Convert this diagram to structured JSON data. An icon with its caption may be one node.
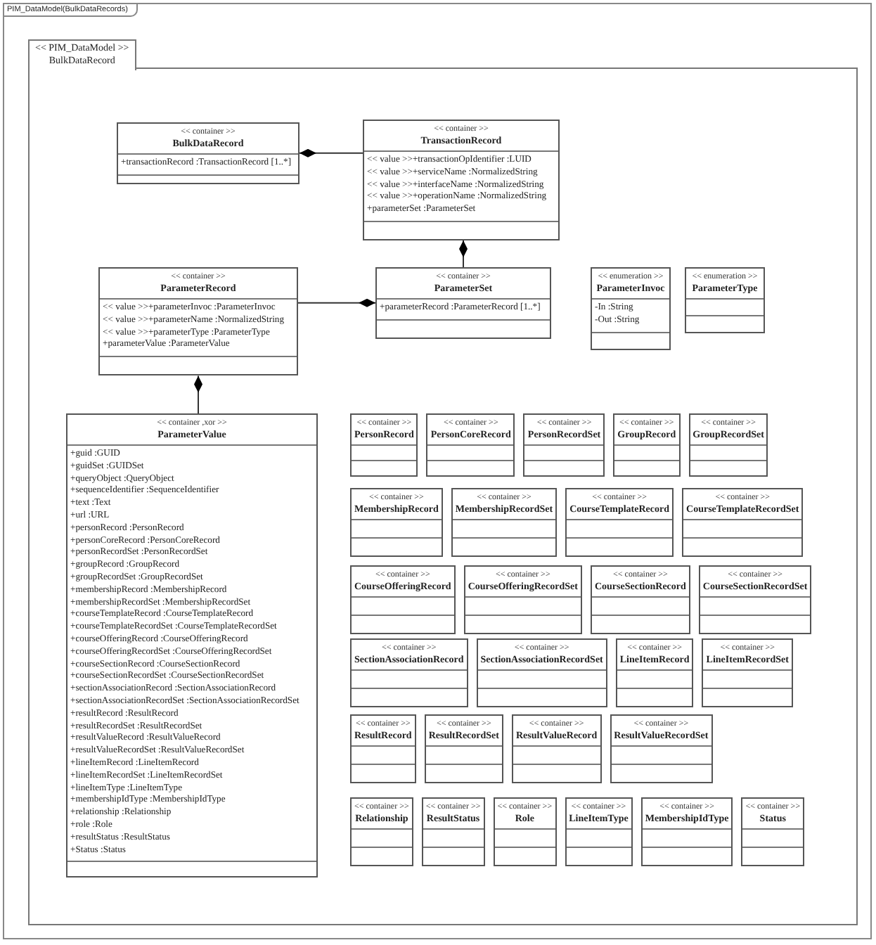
{
  "diagram": {
    "nodes": [
      {
        "text": [
          "PIM_DataModel(BulkDataRecords)"
        ]
      },
      {
        "text": [
          "<< PIM_DataModel >>",
          "BulkDataRecord"
        ],
        "in": 0
      },
      {
        "text": [
          "<< container >>",
          "BulkDataRecord",
          "+transactionRecord :TransactionRecord [1..*]"
        ],
        "in": 1
      },
      {
        "text": [
          "<< container >>",
          "TransactionRecord",
          "<< value >>+transactionOpIdentifier :LUID",
          "<< value >>+serviceName :NormalizedString",
          "<< value >>+interfaceName :NormalizedString",
          "<< value >>+operationName :NormalizedString",
          "+parameterSet :ParameterSet"
        ],
        "in": 1
      },
      {
        "text": [
          "<< container >>",
          "ParameterRecord",
          "<< value >>+parameterInvoc :ParameterInvoc",
          "<< value >>+parameterName :NormalizedString",
          "<< value >>+parameterType :ParameterType",
          "+parameterValue :ParameterValue"
        ],
        "in": 1
      },
      {
        "text": [
          "<< container >>",
          "ParameterSet",
          "+parameterRecord :ParameterRecord [1..*]"
        ],
        "in": 1
      },
      {
        "text": [
          "<< enumeration >>",
          "ParameterInvoc",
          "-In :String",
          "-Out :String"
        ],
        "in": 1
      },
      {
        "text": [
          "<< enumeration >>",
          "ParameterType"
        ],
        "in": 1
      },
      {
        "text": [
          "<< container ,xor >>",
          "ParameterValue",
          "+guid :GUID",
          "+guidSet :GUIDSet",
          "+queryObject :QueryObject",
          "+sequenceIdentifier :SequenceIdentifier",
          "+text :Text",
          "+url :URL",
          "+personRecord :PersonRecord",
          "+personCoreRecord :PersonCoreRecord",
          "+personRecordSet :PersonRecordSet",
          "+groupRecord :GroupRecord",
          "+groupRecordSet :GroupRecordSet",
          "+membershipRecord :MembershipRecord",
          "+membershipRecordSet :MembershipRecordSet",
          "+courseTemplateRecord :CourseTemplateRecord",
          "+courseTemplateRecordSet :CourseTemplateRecordSet",
          "+courseOfferingRecord :CourseOfferingRecord",
          "+courseOfferingRecordSet :CourseOfferingRecordSet",
          "+courseSectionRecord :CourseSectionRecord",
          "+courseSectionRecordSet :CourseSectionRecordSet",
          "+sectionAssociationRecord :SectionAssociationRecord",
          "+sectionAssociationRecordSet :SectionAssociationRecordSet",
          "+resultRecord :ResultRecord",
          "+resultRecordSet :ResultRecordSet",
          "+resultValueRecord :ResultValueRecord",
          "+resultValueRecordSet :ResultValueRecordSet",
          "+lineItemRecord :LineItemRecord",
          "+lineItemRecordSet :LineItemRecordSet",
          "+lineItemType :LineItemType",
          "+membershipIdType :MembershipIdType",
          "+relationship :Relationship",
          "+role :Role",
          "+resultStatus :ResultStatus",
          "+Status :Status"
        ],
        "in": 1
      },
      {
        "text": [
          "<< container >>",
          "PersonRecord"
        ],
        "in": 1
      },
      {
        "text": [
          "<< container >>",
          "PersonCoreRecord"
        ],
        "in": 1
      },
      {
        "text": [
          "<< container >>",
          "PersonRecordSet"
        ],
        "in": 1
      },
      {
        "text": [
          "<< container >>",
          "GroupRecord"
        ],
        "in": 1
      },
      {
        "text": [
          "<< container >>",
          "GroupRecordSet"
        ],
        "in": 1
      },
      {
        "text": [
          "<< container >>",
          "MembershipRecord"
        ],
        "in": 1
      },
      {
        "text": [
          "<< container >>",
          "MembershipRecordSet"
        ],
        "in": 1
      },
      {
        "text": [
          "<< container >>",
          "CourseTemplateRecord"
        ],
        "in": 1
      },
      {
        "text": [
          "<< container >>",
          "CourseTemplateRecordSet"
        ],
        "in": 1
      },
      {
        "text": [
          "<< container >>",
          "CourseOfferingRecord"
        ],
        "in": 1
      },
      {
        "text": [
          "<< container >>",
          "CourseOfferingRecordSet"
        ],
        "in": 1
      },
      {
        "text": [
          "<< container >>",
          "CourseSectionRecord"
        ],
        "in": 1
      },
      {
        "text": [
          "<< container >>",
          "CourseSectionRecordSet"
        ],
        "in": 1
      },
      {
        "text": [
          "<< container >>",
          "SectionAssociationRecord"
        ],
        "in": 1
      },
      {
        "text": [
          "<< container >>",
          "SectionAssociationRecordSet"
        ],
        "in": 1
      },
      {
        "text": [
          "<< container >>",
          "LineItemRecord"
        ],
        "in": 1
      },
      {
        "text": [
          "<< container >>",
          "LineItemRecordSet"
        ],
        "in": 1
      },
      {
        "text": [
          "<< container >>",
          "ResultRecord"
        ],
        "in": 1
      },
      {
        "text": [
          "<< container >>",
          "ResultRecordSet"
        ],
        "in": 1
      },
      {
        "text": [
          "<< container >>",
          "ResultValueRecord"
        ],
        "in": 1
      },
      {
        "text": [
          "<< container >>",
          "ResultValueRecordSet"
        ],
        "in": 1
      },
      {
        "text": [
          "<< container >>",
          "Relationship"
        ],
        "in": 1
      },
      {
        "text": [
          "<< container >>",
          "ResultStatus"
        ],
        "in": 1
      },
      {
        "text": [
          "<< container >>",
          "Role"
        ],
        "in": 1
      },
      {
        "text": [
          "<< container >>",
          "LineItemType"
        ],
        "in": 1
      },
      {
        "text": [
          "<< container >>",
          "MembershipIdType"
        ],
        "in": 1
      },
      {
        "text": [
          "<< container >>",
          "Status"
        ],
        "in": 1
      }
    ],
    "edges": [
      {
        "from": 2,
        "to": 3,
        "arrow": "other"
      },
      {
        "from": 3,
        "to": 5,
        "arrow": "other"
      },
      {
        "from": 5,
        "to": 4,
        "arrow": "other"
      },
      {
        "from": 4,
        "to": 8,
        "arrow": "other"
      }
    ]
  }
}
